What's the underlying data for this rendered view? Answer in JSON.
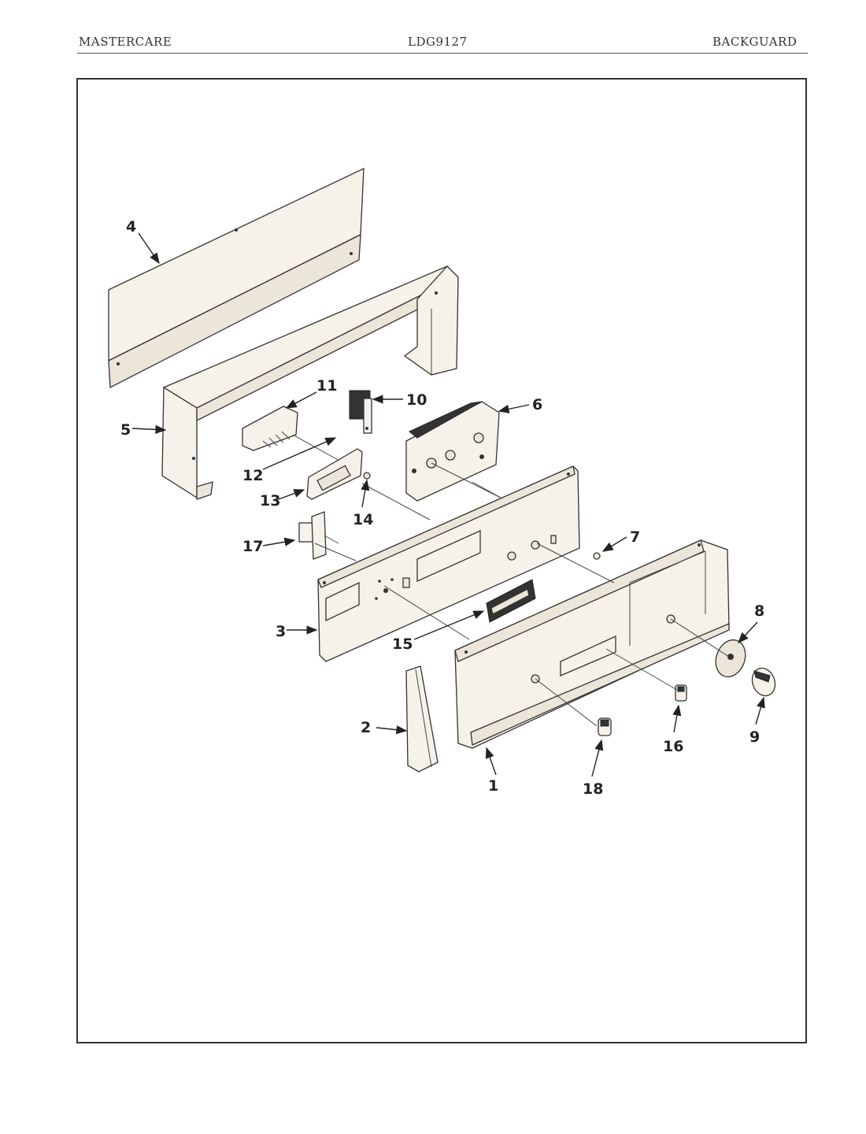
{
  "header": {
    "left": "MASTERCARE",
    "center": "LDG9127",
    "right": "BACKGUARD"
  },
  "callouts": [
    "1",
    "2",
    "3",
    "4",
    "5",
    "6",
    "7",
    "8",
    "9",
    "10",
    "11",
    "12",
    "13",
    "14",
    "15",
    "16",
    "17",
    "18"
  ]
}
